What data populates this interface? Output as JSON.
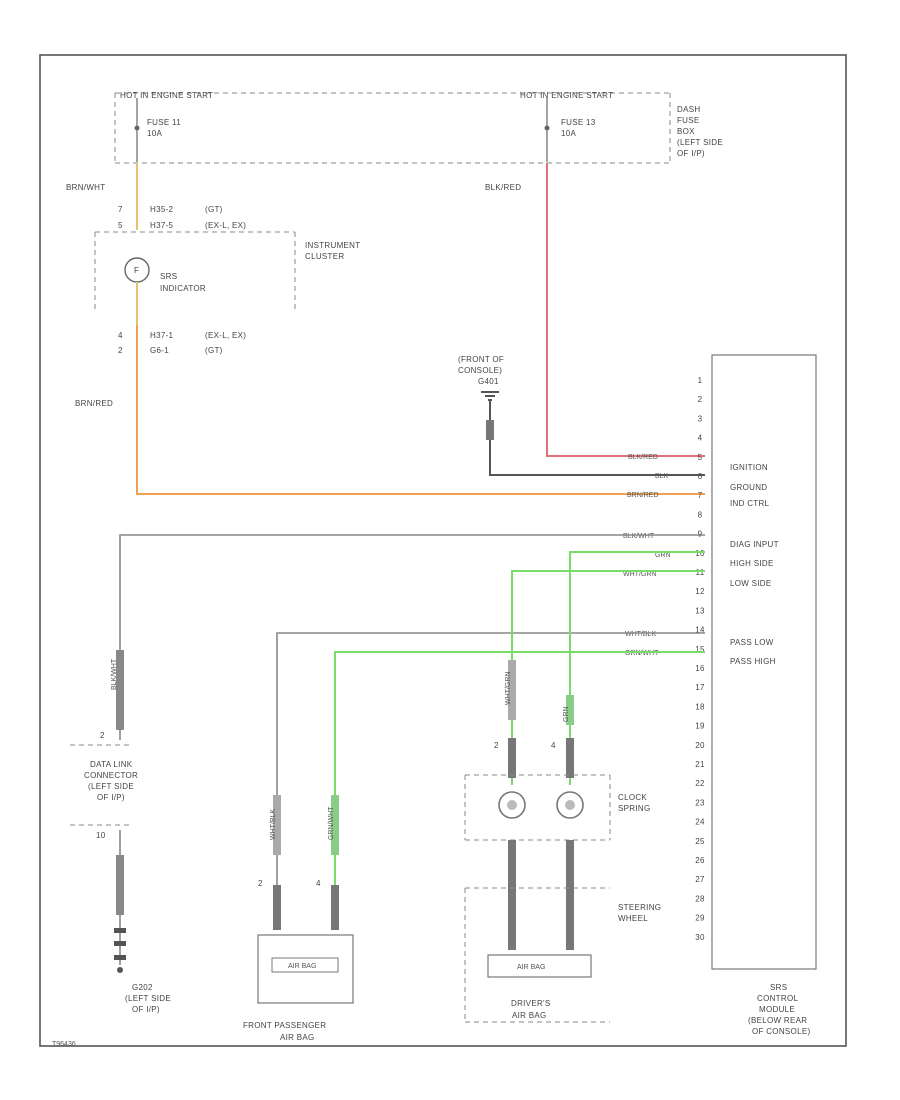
{
  "fuse_rows": {
    "left_header": "HOT IN ENGINE START",
    "right_header": "HOT IN ENGINE START",
    "fuse_left_label": "FUSE 11",
    "fuse_left_amp": "10A",
    "fuse_right_label": "FUSE 13",
    "fuse_right_amp": "10A",
    "dash_box_lines": [
      "DASH",
      "FUSE",
      "BOX",
      "(LEFT SIDE",
      "OF I/P)"
    ]
  },
  "wires": {
    "brn_wht": "BRN/WHT",
    "blk_red": "BLK/RED",
    "brn_red": "BRN/RED",
    "blk_red_pin": "BLK/RED",
    "blk_pin": "BLK",
    "brn_red_pin": "BRN/RED",
    "blk_wht_pin": "BLK/WHT",
    "grn_pin": "GRN",
    "wht_grn_pin": "WHT/GRN",
    "wht_blk_pin": "WHT/BLK",
    "grn_wht_pin": "GRN/WHT",
    "blk_wht_vert": "BLK/WHT",
    "wht_grn_vert": "WHT/GRN",
    "grn_vert": "GRN",
    "wht_blk_vert": "WHT/BLK",
    "grn_wht_vert": "GRN/WHT"
  },
  "cluster": {
    "pin7": "7",
    "pin5": "5",
    "pin7_conn": "H35-2",
    "pin7_note": "(GT)",
    "pin5_conn": "H37-5",
    "pin5_note": "(EX-L, EX)",
    "name_lines": [
      "INSTRUMENT",
      "CLUSTER"
    ],
    "indicator_lines": [
      "SRS",
      "INDICATOR"
    ],
    "pinA": "4",
    "pinB": "2",
    "pinA_conn": "H37-1",
    "pinA_note": "(EX-L, EX)",
    "pinB_conn": "G6-1",
    "pinB_note": "(GT)"
  },
  "ground_front": [
    "(FRONT OF",
    "CONSOLE)",
    "G401"
  ],
  "module": {
    "pins": [
      "1",
      "2",
      "3",
      "4",
      "5",
      "6",
      "7",
      "8",
      "9",
      "10",
      "11",
      "12",
      "13",
      "14",
      "15",
      "16",
      "17",
      "18",
      "19",
      "20",
      "21",
      "22",
      "23",
      "24",
      "25",
      "26",
      "27",
      "28",
      "29",
      "30"
    ],
    "functions": {
      "ignition": "IGNITION",
      "ground": "GROUND",
      "ind_ctrl": "IND CTRL",
      "diag_input": "DIAG INPUT",
      "high_side": "HIGH SIDE",
      "low_side": "LOW SIDE",
      "pass_low": "PASS LOW",
      "pass_high": "PASS HIGH"
    },
    "name_lines": [
      "SRS",
      "CONTROL",
      "MODULE",
      "(BELOW REAR",
      "OF CONSOLE)"
    ]
  },
  "data_link": {
    "pin": "2",
    "name_lines": [
      "DATA LINK",
      "CONNECTOR",
      "(LEFT SIDE",
      "OF I/P)"
    ],
    "pin_lower": "10"
  },
  "ground_left": [
    "G202",
    "(LEFT SIDE",
    "OF I/P)"
  ],
  "passenger": {
    "pin_a": "2",
    "pin_b": "4",
    "inner": "AIR BAG",
    "name_lines": [
      "FRONT PASSENGER",
      "AIR BAG"
    ]
  },
  "clock_spring": {
    "pin_a": "2",
    "pin_b": "4",
    "name_lines": [
      "CLOCK",
      "SPRING"
    ]
  },
  "steering": {
    "name_lines": [
      "STEERING",
      "WHEEL"
    ]
  },
  "driver": {
    "inner": "AIR BAG",
    "name_lines": [
      "DRIVER'S",
      "AIR BAG"
    ]
  },
  "footer_code": "T96436"
}
